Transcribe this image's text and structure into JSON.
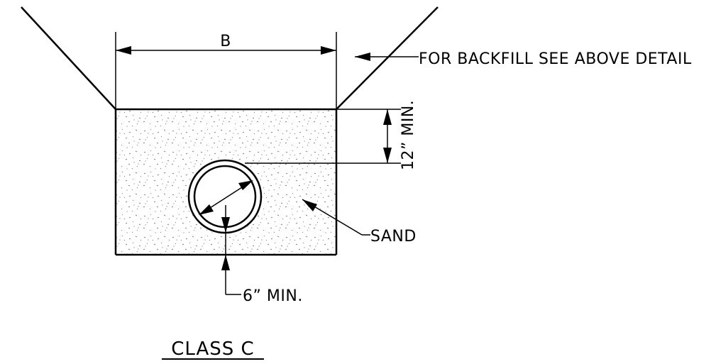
{
  "drawing": {
    "dimension_width_label": "B",
    "backfill_note": "FOR BACKFILL SEE ABOVE DETAIL",
    "cover_dimension_label": "12” MIN.",
    "bedding_material_label": "SAND",
    "bedding_depth_label": "6” MIN.",
    "title": "CLASS C"
  }
}
